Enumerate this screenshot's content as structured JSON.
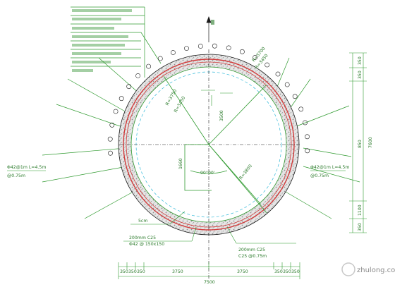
{
  "annotations": {
    "left_spec_1": "Φ42@1m L=4.5m",
    "left_spec_2": "@0.75m",
    "right_spec_1": "Φ42@1m L=4.5m",
    "right_spec_2": "@0.75m",
    "bottom_note_1": "5cm",
    "bottom_note_3": "200mm C25",
    "bottom_note_4": "Φ42 @ 150x150",
    "bottom_right_note_3": "200mm C25",
    "bottom_right_note_4": "C25 @0.75m"
  },
  "radius_labels": {
    "r1": "R=3750",
    "r2": "R=3450",
    "r3": "R=3700",
    "r4": "R=3450",
    "r5": "R=3800"
  },
  "dimensions": {
    "angle": "90°00'",
    "bottom_left_1": "350",
    "bottom_left_2": "350",
    "bottom_left_3": "350",
    "bottom_mid_left": "3750",
    "bottom_mid_right": "3750",
    "bottom_right_1": "350",
    "bottom_right_2": "350",
    "bottom_right_3": "350",
    "bottom_total": "7500",
    "right_top": "350",
    "right_top_2": "350",
    "right_mid": "7600",
    "right_low": "850",
    "right_bottom_1": "1100",
    "right_bottom_2": "350",
    "center_left": "1660",
    "center_vertical": "3500"
  },
  "watermark": {
    "text": "zhulong.com"
  },
  "colors": {
    "line_green": "#2f9a2f",
    "line_red": "#d23b3b",
    "line_cyan": "#2fb8d8",
    "line_black": "#1a1a1a",
    "gravel": "#b8b8b8",
    "text_green": "#2a7a2a"
  }
}
